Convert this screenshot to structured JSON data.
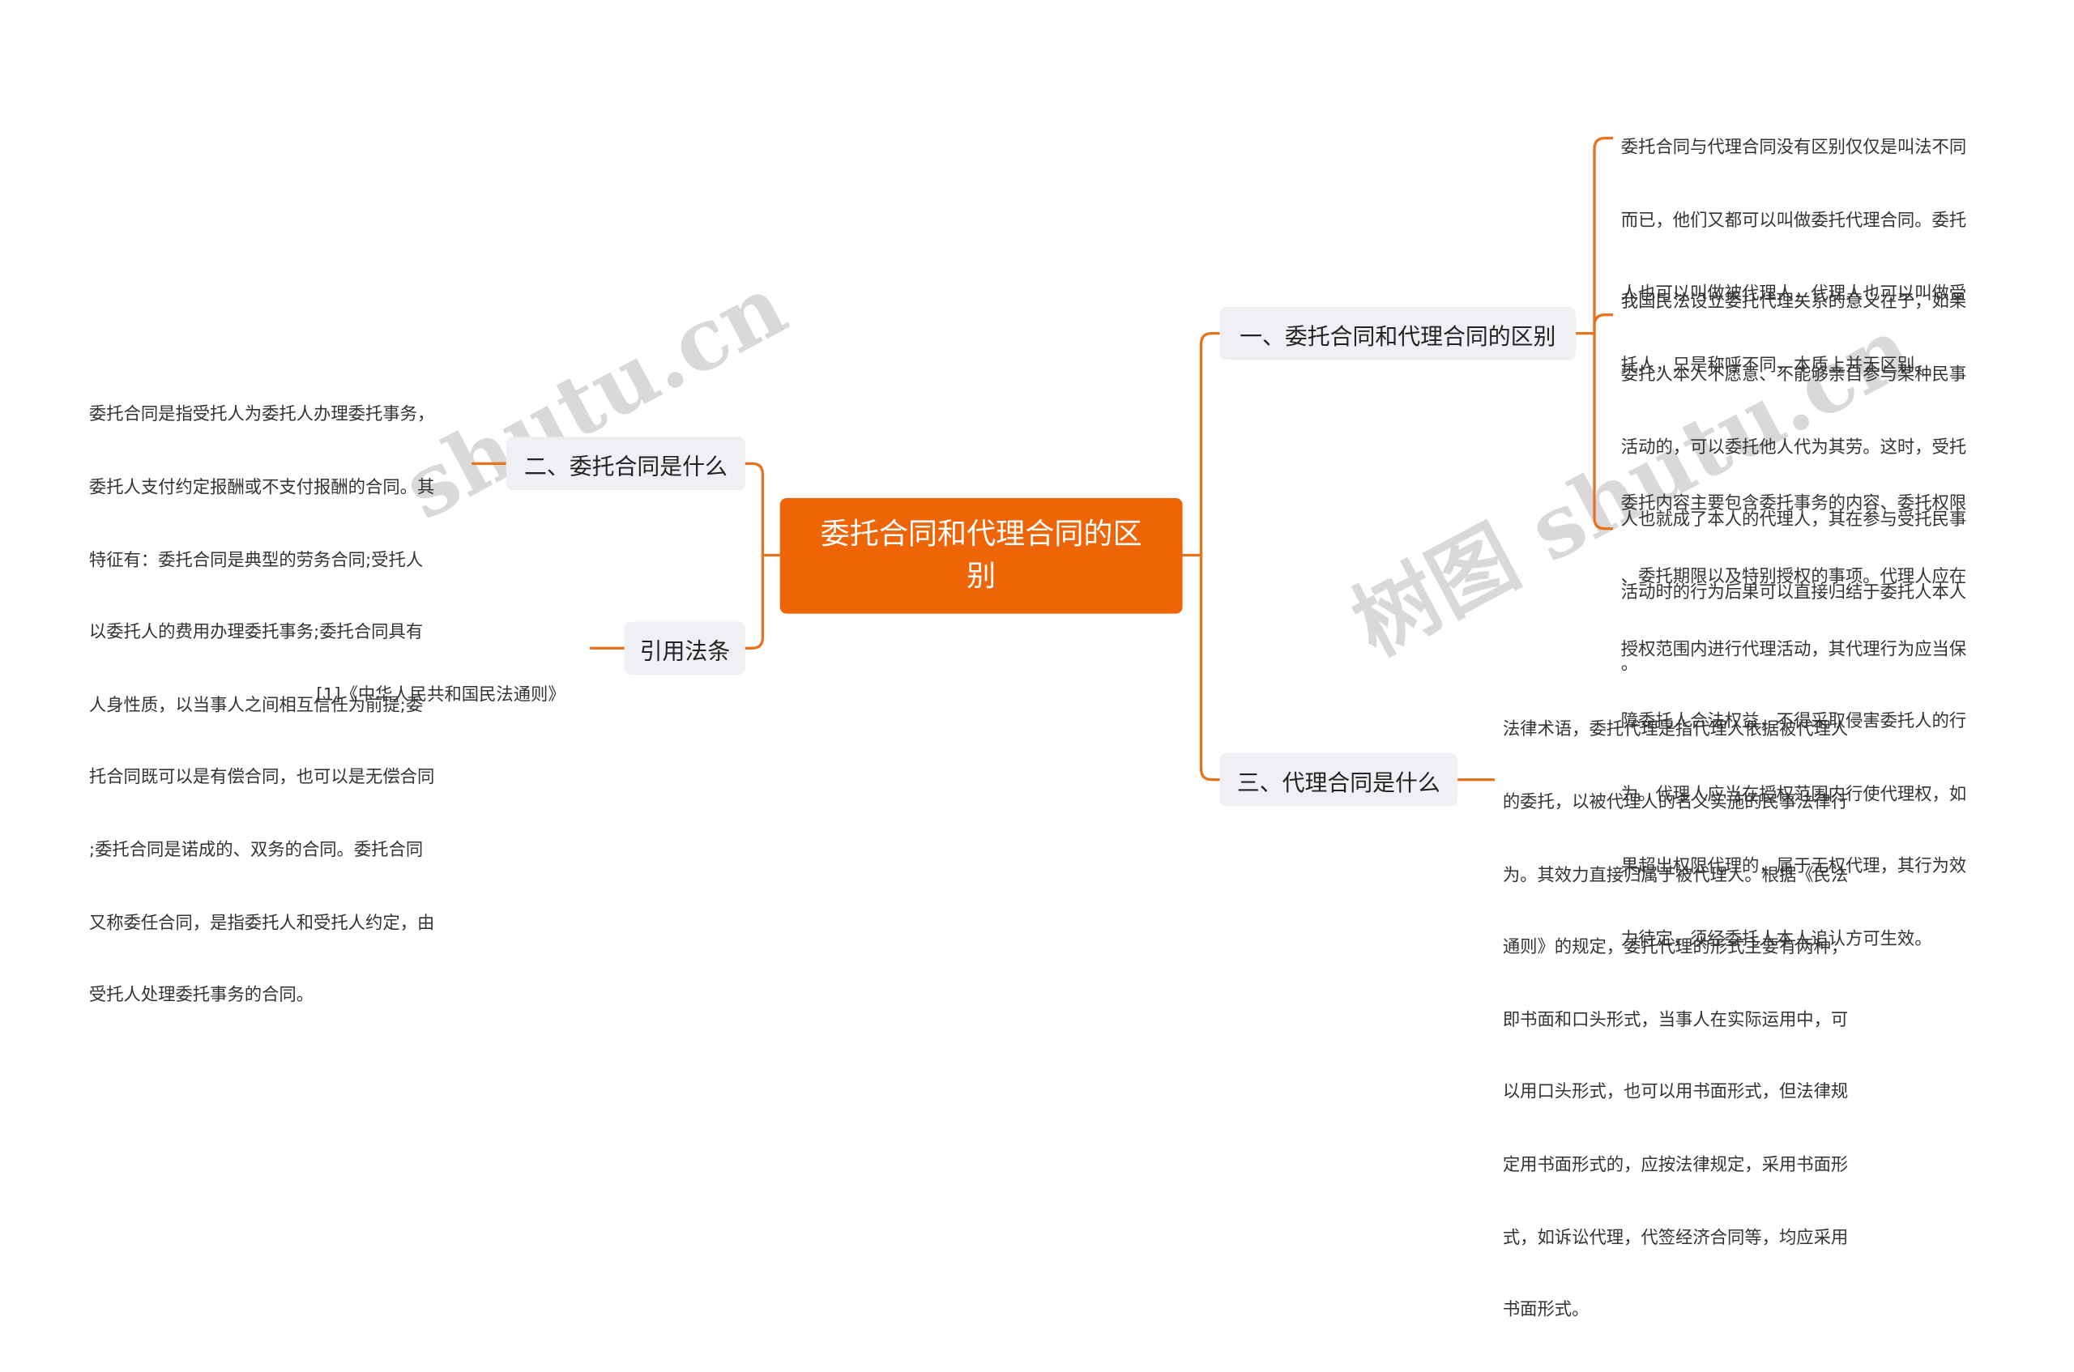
{
  "watermarks": [
    "shutu.cn",
    "树图 shutu.cn"
  ],
  "root": {
    "lines": [
      "委托合同和代理合同的区",
      "别"
    ]
  },
  "branches": {
    "b1": {
      "label": "一、委托合同和代理合同的区别"
    },
    "b2": {
      "label": "二、委托合同是什么"
    },
    "b3": {
      "label": "三、代理合同是什么"
    },
    "b4": {
      "label": "引用法条"
    }
  },
  "leaves": {
    "l1": {
      "lines": [
        "委托合同与代理合同没有区别仅仅是叫法不同",
        "而已，他们又都可以叫做委托代理合同。委托",
        "人也可以叫做被代理人，代理人也可以叫做受",
        "托人，只是称呼不同，本质上并无区别。"
      ]
    },
    "l2": {
      "lines": [
        "我国民法设立委托代理关系的意义在于，如果",
        "委托人本人不愿意、不能够亲自参与某种民事",
        "活动的，可以委托他人代为其劳。这时，受托",
        "人也就成了本人的代理人，其在参与受托民事",
        "活动时的行为后果可以直接归结于委托人本人",
        "。"
      ]
    },
    "l3": {
      "lines": [
        "委托内容主要包含委托事务的内容、委托权限",
        "、委托期限以及特别授权的事项。代理人应在",
        "授权范围内进行代理活动，其代理行为应当保",
        "障委托人合法权益，不得采取侵害委托人的行",
        "为。代理人应当在授权范围内行使代理权，如",
        "果超出权限代理的，属于无权代理，其行为效",
        "力待定，须经委托人本人追认方可生效。"
      ]
    },
    "l4": {
      "lines": [
        "法律术语，委托代理是指代理人依据被代理人",
        "的委托，以被代理人的名义实施的民事法律行",
        "为。其效力直接归属于被代理人。根据《民法",
        "通则》的规定，委托代理的形式主要有两种，",
        "即书面和口头形式，当事人在实际运用中，可",
        "以用口头形式，也可以用书面形式，但法律规",
        "定用书面形式的，应按法律规定，采用书面形",
        "式，如诉讼代理，代签经济合同等，均应采用",
        "书面形式。"
      ]
    },
    "l5": {
      "lines": [
        "委托合同是指受托人为委托人办理委托事务，",
        "委托人支付约定报酬或不支付报酬的合同。其",
        "特征有：委托合同是典型的劳务合同;受托人",
        "以委托人的费用办理委托事务;委托合同具有",
        "人身性质，以当事人之间相互信任为前提;委",
        "托合同既可以是有偿合同，也可以是无偿合同",
        ";委托合同是诺成的、双务的合同。委托合同",
        "又称委任合同，是指委托人和受托人约定，由",
        "受托人处理委托事务的合同。"
      ]
    },
    "l6": {
      "lines": [
        "[1]《中华人民共和国民法通则》"
      ]
    }
  },
  "colors": {
    "root": "#ee6507",
    "connector": "#e8731d",
    "branch_bg": "#eef0f3"
  }
}
